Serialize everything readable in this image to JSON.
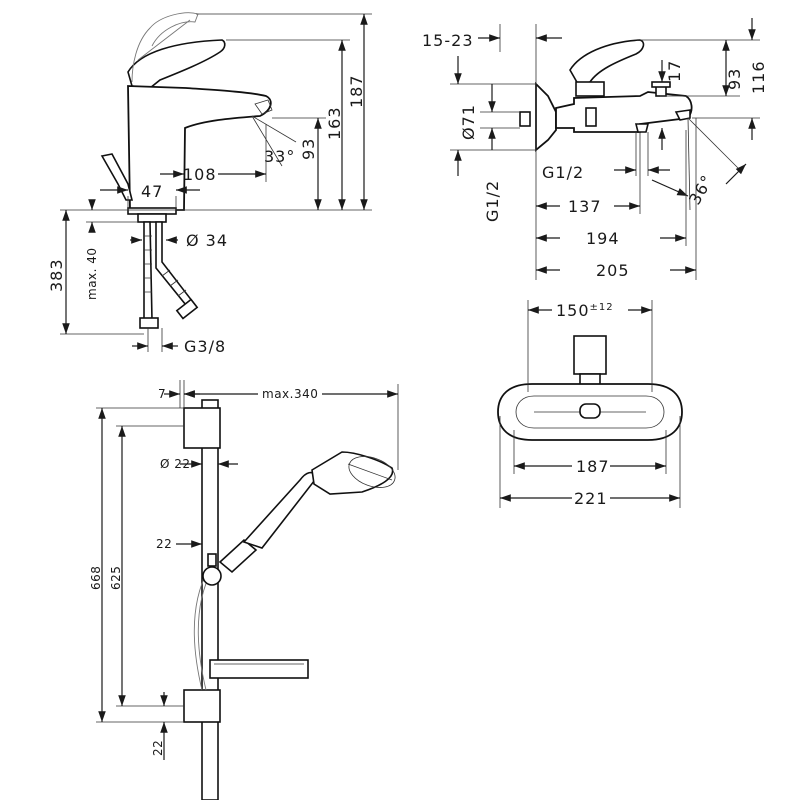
{
  "basin_mixer": {
    "dim_108": "108",
    "dim_47": "47",
    "dim_33deg": "33°",
    "dim_93": "93",
    "dim_163": "163",
    "dim_187": "187",
    "dim_383": "383",
    "dim_max40": "max. 40",
    "dim_d34": "Ø 34",
    "dim_g38": "G3/8"
  },
  "bath_mixer": {
    "dim_15_23": "15-23",
    "dim_d71": "Ø71",
    "dim_g12_vert": "G1/2",
    "dim_g12": "G1/2",
    "dim_17": "17",
    "dim_93": "93",
    "dim_116": "116",
    "dim_36deg": "36°",
    "dim_137": "137",
    "dim_194": "194",
    "dim_205": "205"
  },
  "front_view": {
    "dim_150": "150",
    "dim_150_tol": "±12",
    "dim_187": "187",
    "dim_221": "221"
  },
  "shower_set": {
    "dim_7": "7",
    "dim_max340": "max.340",
    "dim_d22": "Ø 22",
    "dim_22_mid": "22",
    "dim_668": "668",
    "dim_625": "625",
    "dim_22_bot": "22"
  }
}
